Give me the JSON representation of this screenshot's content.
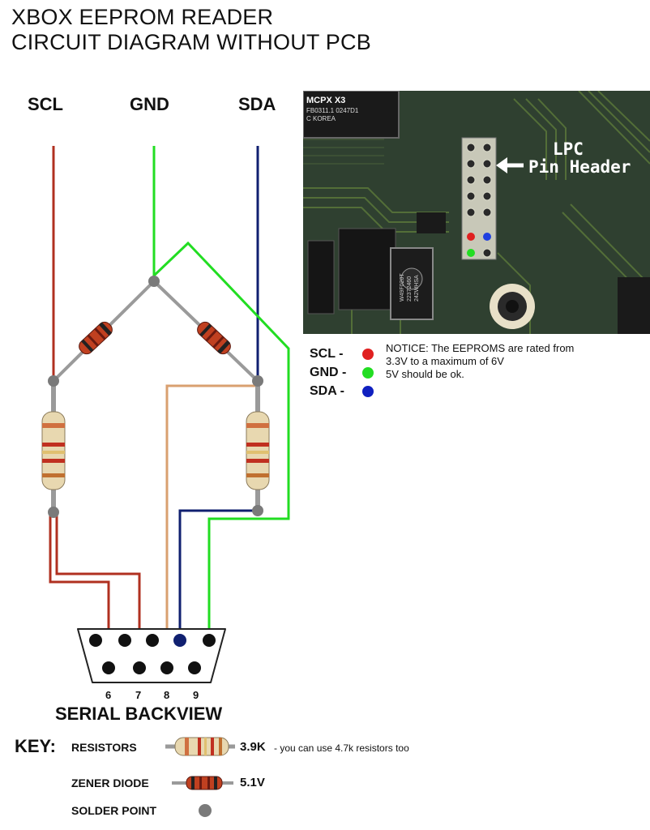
{
  "title": {
    "line1": "XBOX EEPROM READER",
    "line2": "CIRCUIT DIAGRAM WITHOUT PCB"
  },
  "wires": {
    "scl": "SCL",
    "gnd": "GND",
    "sda": "SDA"
  },
  "photo": {
    "chip_label": "MCPX X3",
    "chip_code1": "FB0311.1 0247D1",
    "chip_code2": "C    KOREA",
    "header_label1": "LPC",
    "header_label2": "Pin Header",
    "eeprom_code": "W49F020T 22372460 242WHSA"
  },
  "legend": {
    "scl": "SCL -",
    "gnd": "GND -",
    "sda": "SDA -"
  },
  "notice": {
    "line1": "NOTICE: The EEPROMS are rated from",
    "line2": "3.3V to a maximum of 6V",
    "line3": "5V should be ok."
  },
  "connector": {
    "pins": [
      "6",
      "7",
      "8",
      "9"
    ],
    "label": "SERIAL BACKVIEW"
  },
  "key": {
    "title": "KEY:",
    "resistors_label": "RESISTORS",
    "resistors_value": "3.9K",
    "resistors_note": "- you can use 4.7k resistors too",
    "zener_label": "ZENER DIODE",
    "zener_value": "5.1V",
    "solder_label": "SOLDER POINT"
  },
  "colors": {
    "scl": "#b03020",
    "gnd": "#22dd22",
    "sda": "#102070",
    "pin8": "#d9a070",
    "solder": "#7a7a7a",
    "diode": "#c04020"
  }
}
